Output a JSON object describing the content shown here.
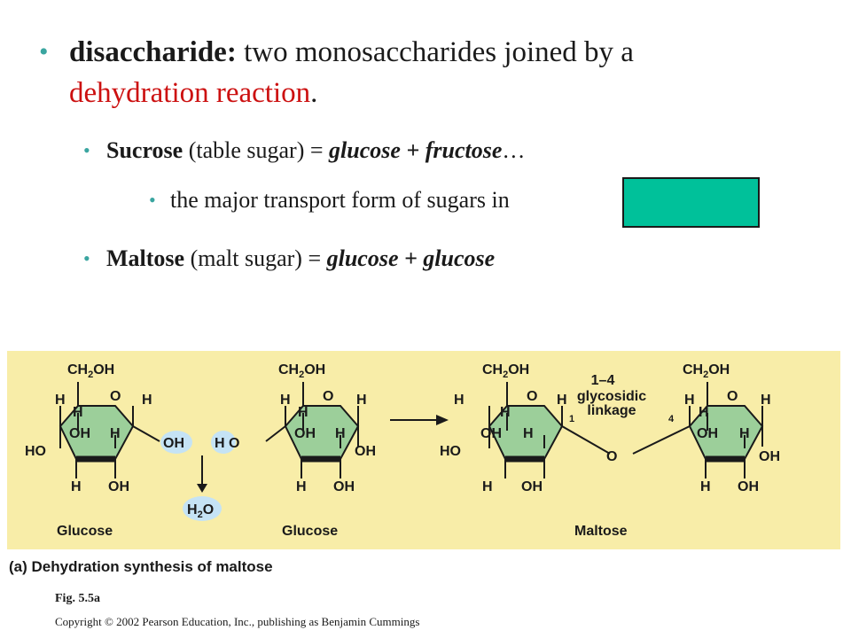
{
  "bullets": {
    "main": {
      "term": "disaccharide:",
      "text_plain": " two monosaccharides joined by a",
      "text_red": "dehydration reaction",
      "text_end": "."
    },
    "sucrose": {
      "name": "Sucrose",
      "paren": " (table sugar) = ",
      "part1": "glucose + fructose",
      "ellipsis": "…"
    },
    "transport": {
      "text": "the major transport form of sugars in"
    },
    "maltose": {
      "name": "Maltose",
      "paren": " (malt sugar) = ",
      "part1": "glucose + glucose"
    }
  },
  "figure": {
    "labels": {
      "ch2oh": "CH",
      "sub2": "2",
      "oh_tail": "OH",
      "h": "H",
      "o": "O",
      "oh": "OH",
      "ho": "HO",
      "water_h": "H",
      "water_o": "O",
      "linkage_line1": "1–4",
      "linkage_line2": "glycosidic",
      "linkage_line3": "linkage",
      "pos1": "1",
      "pos4": "4"
    },
    "names": {
      "glucose1": "Glucose",
      "glucose2": "Glucose",
      "maltose": "Maltose"
    },
    "caption": "(a) Dehydration synthesis of maltose",
    "fig_number": "Fig. 5.5a"
  },
  "copyright": "Copyright © 2002 Pearson Education, Inc., publishing as Benjamin Cummings",
  "colors": {
    "bullet": "#3aa5a0",
    "red_text": "#cc1010",
    "cover_box": "#00c19a",
    "panel_bg": "#f8eda8",
    "ring_fill": "#9ccf9a",
    "bubble": "#c5e3f5"
  }
}
